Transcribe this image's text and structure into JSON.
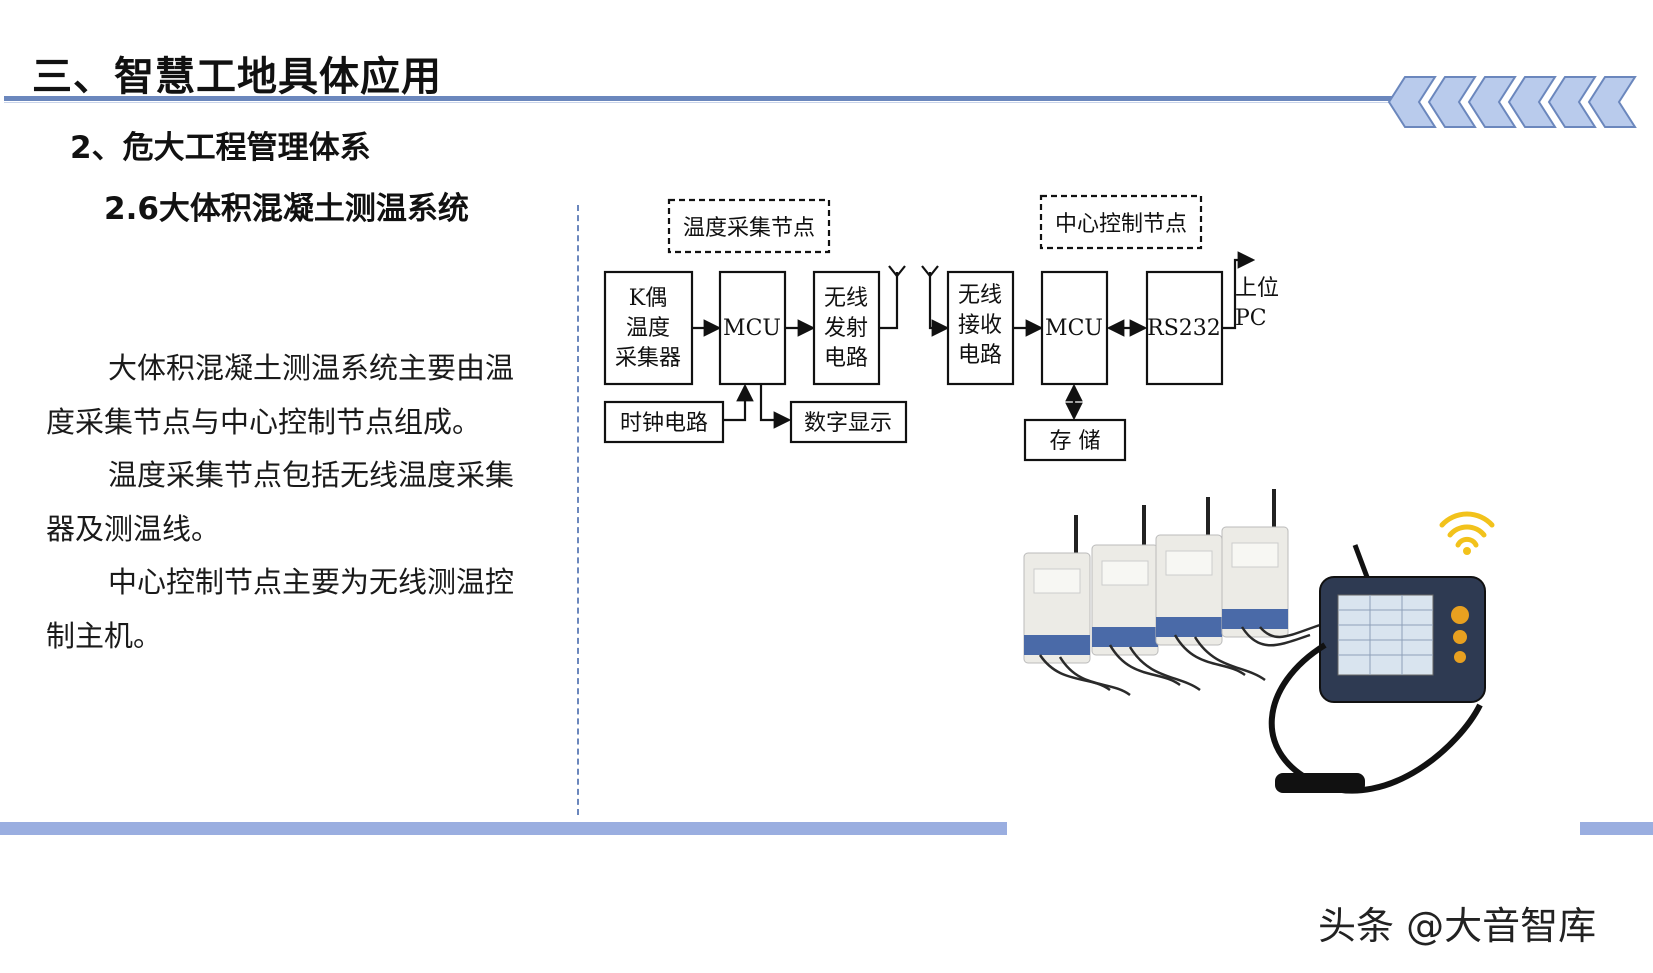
{
  "header": {
    "title": "三、智慧工地具体应用",
    "subtitle1": "2、危大工程管理体系",
    "subtitle2": "2.6大体积混凝土测温系统"
  },
  "body": {
    "paragraphs": [
      "大体积混凝土测温系统主要由温度采集节点与中心控制节点组成。",
      "温度采集节点包括无线温度采集器及测温线。",
      "中心控制节点主要为无线测温控制主机。"
    ]
  },
  "diagram": {
    "node_labels": {
      "collect": "温度采集节点",
      "center": "中心控制节点"
    },
    "blocks": {
      "k_line1": "K偶",
      "k_line2": "温度",
      "k_line3": "采集器",
      "mcu1": "MCU",
      "tx_line1": "无线",
      "tx_line2": "发射",
      "tx_line3": "电路",
      "rx_line1": "无线",
      "rx_line2": "接收",
      "rx_line3": "电路",
      "mcu2": "MCU",
      "rs232": "RS232",
      "pc_line1": "上位",
      "pc_line2": "PC",
      "clock": "时钟电路",
      "display": "数字显示",
      "storage": "存 储"
    }
  },
  "watermark": "头条 @大音智库",
  "colors": {
    "accent": "#6b87bd",
    "band": "#9aaee0",
    "chevron": "#8ea8d8"
  },
  "icons": [
    "chevron-decoration-icon",
    "antenna-icon",
    "wifi-icon"
  ]
}
